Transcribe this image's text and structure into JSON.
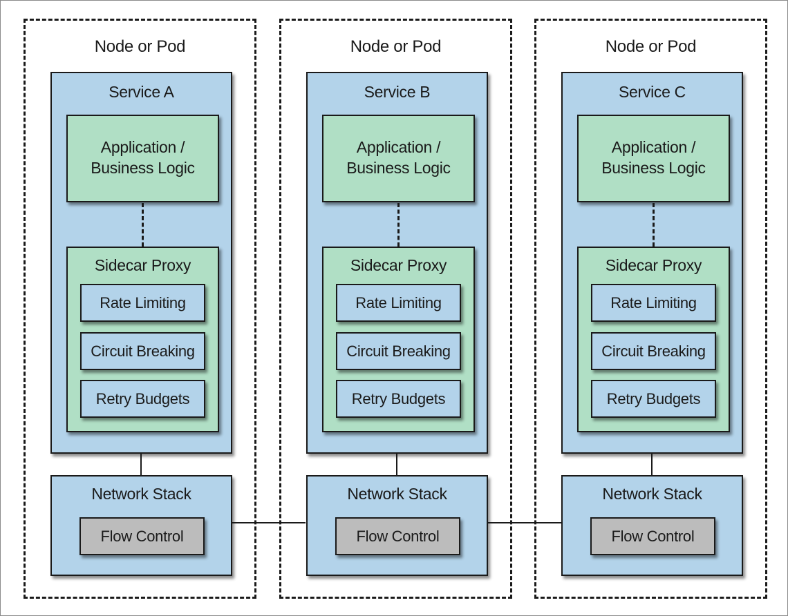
{
  "nodes": [
    {
      "node_label": "Node or Pod",
      "service_label": "Service A",
      "app_label": "Application /\nBusiness Logic",
      "proxy_label": "Sidecar Proxy",
      "features": [
        "Rate Limiting",
        "Circuit Breaking",
        "Retry Budgets"
      ],
      "network_label": "Network Stack",
      "flow_label": "Flow Control"
    },
    {
      "node_label": "Node or Pod",
      "service_label": "Service B",
      "app_label": "Application /\nBusiness Logic",
      "proxy_label": "Sidecar Proxy",
      "features": [
        "Rate Limiting",
        "Circuit Breaking",
        "Retry Budgets"
      ],
      "network_label": "Network Stack",
      "flow_label": "Flow Control"
    },
    {
      "node_label": "Node or Pod",
      "service_label": "Service C",
      "app_label": "Application /\nBusiness Logic",
      "proxy_label": "Sidecar Proxy",
      "features": [
        "Rate Limiting",
        "Circuit Breaking",
        "Retry Budgets"
      ],
      "network_label": "Network Stack",
      "flow_label": "Flow Control"
    }
  ],
  "colors": {
    "service_fill": "#b3d3ea",
    "app_fill": "#b0dfc5",
    "flow_fill": "#bcbcbc",
    "line": "#1a1a1a"
  }
}
